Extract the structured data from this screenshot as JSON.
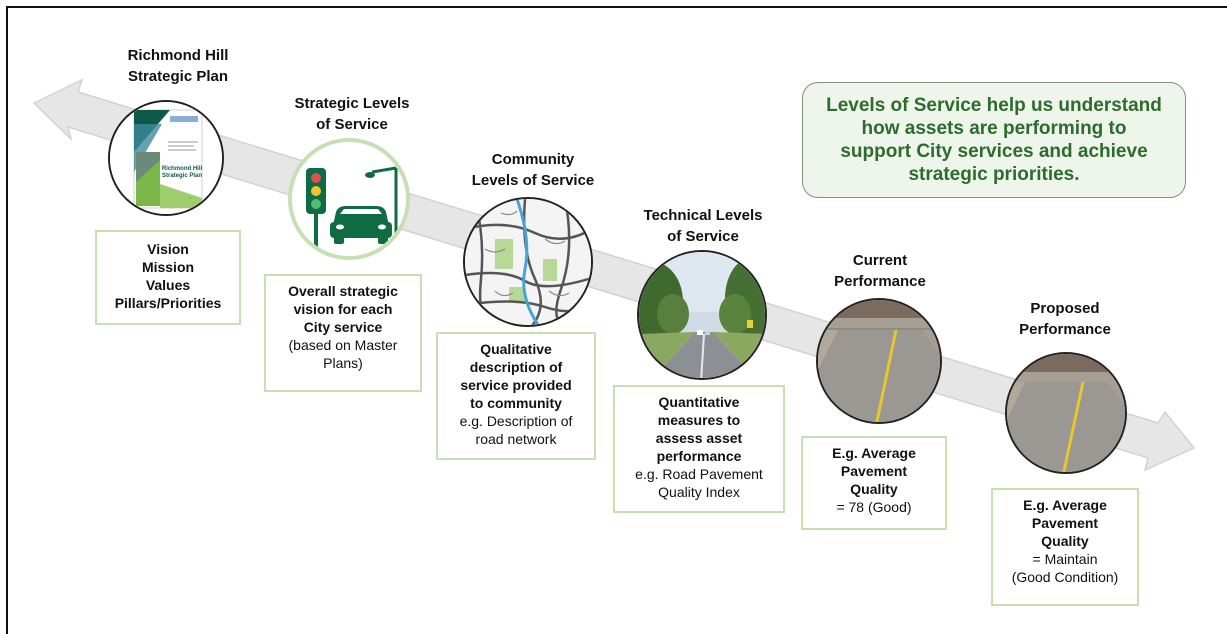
{
  "callout": {
    "text": "Levels of Service help us understand\nhow assets are performing to\nsupport City services and achieve\nstrategic priorities."
  },
  "colors": {
    "arrow": "#e5e5e5",
    "box_border": "#c6e0b4",
    "callout_bg": "#eef5ea",
    "callout_text": "#2e6b2e",
    "accent_green": "#0e6b43"
  },
  "stages": [
    {
      "title": "Richmond Hill\nStrategic Plan",
      "image": "strategic-plan-document-cover",
      "cover_text": "Richmond Hill\nStrategic Plan",
      "box_bold": "Vision\nMission\nValues\nPillars/Priorities",
      "box_normal": ""
    },
    {
      "title": "Strategic Levels\nof Service",
      "image": "traffic-light-and-car-icon",
      "box_bold": "Overall strategic\nvision for each\nCity service",
      "box_normal": "(based on Master\nPlans)"
    },
    {
      "title": "Community\nLevels of Service",
      "image": "road-network-map",
      "box_bold": "Qualitative\ndescription of\nservice provided\nto community",
      "box_normal": "e.g. Description of\nroad network"
    },
    {
      "title": "Technical Levels\nof Service",
      "image": "tree-lined-road-photo",
      "box_bold": "Quantitative\nmeasures to\nassess asset\nperformance",
      "box_normal": "e.g. Road Pavement\nQuality Index"
    },
    {
      "title": "Current\nPerformance",
      "image": "paved-road-photo",
      "box_bold": "E.g. Average\nPavement\nQuality",
      "box_normal": "= 78 (Good)"
    },
    {
      "title": "Proposed\nPerformance",
      "image": "paved-road-photo",
      "box_bold": "E.g. Average\nPavement\nQuality",
      "box_normal": "= Maintain\n(Good Condition)"
    }
  ]
}
